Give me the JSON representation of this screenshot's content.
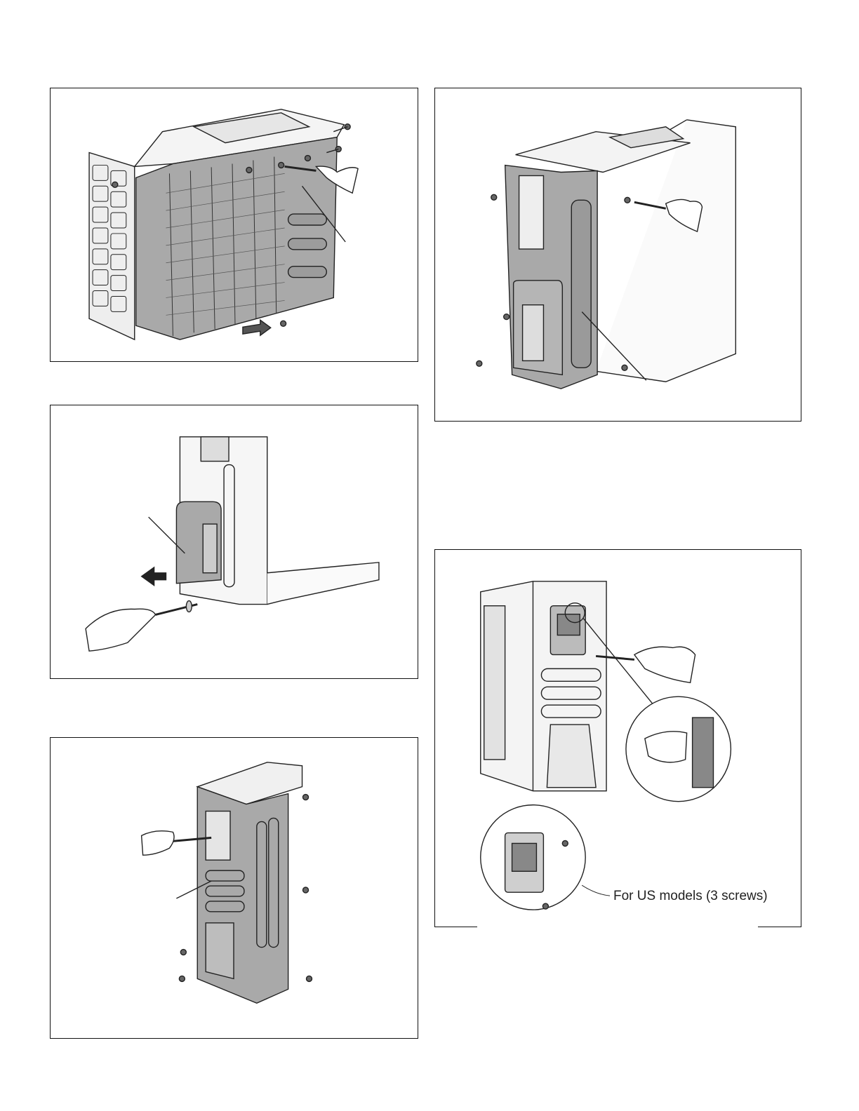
{
  "figures": [
    {
      "id": "fig1"
    },
    {
      "id": "fig2"
    },
    {
      "id": "fig3"
    },
    {
      "id": "fig4"
    },
    {
      "id": "fig5",
      "note": "For US models (3 screws)"
    }
  ],
  "colors": {
    "panel_fill": "#a9a9a9",
    "panel_dark": "#8a8a8a",
    "line": "#222222",
    "frame": "#111111"
  }
}
